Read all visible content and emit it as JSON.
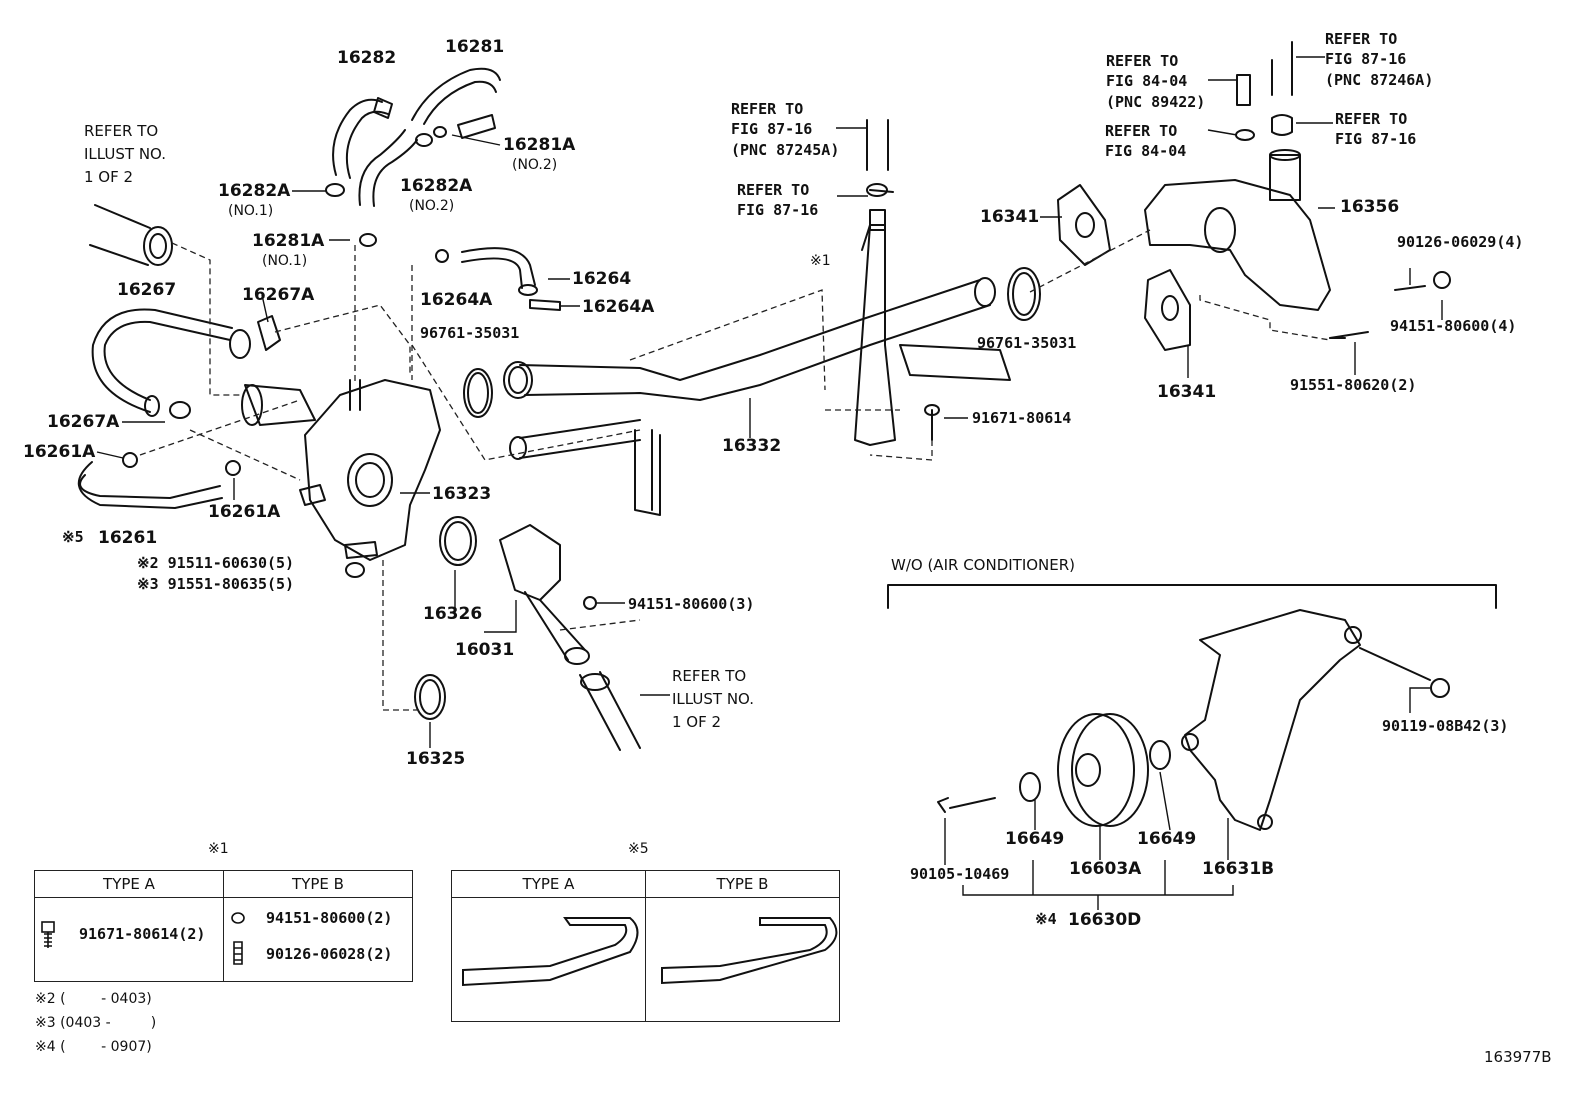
{
  "diagram_id": "163977B",
  "refs": {
    "refer_illust_top": "REFER TO\nILLUST NO.\n1 OF 2",
    "refer_illust_bottom": "REFER TO\nILLUST NO.\n1 OF 2",
    "refer_fig_87_16_a": "REFER TO\nFIG 87-16\n(PNC 87245A)",
    "refer_fig_87_16_b": "REFER TO\nFIG 87-16",
    "refer_fig_84_04_a": "REFER TO\nFIG 84-04\n(PNC 89422)",
    "refer_fig_84_04_b": "REFER TO\nFIG 84-04",
    "refer_fig_87_16_c": "REFER TO\nFIG 87-16\n(PNC 87246A)",
    "refer_fig_87_16_d": "REFER TO\nFIG 87-16"
  },
  "parts": {
    "p16282": "16282",
    "p16281": "16281",
    "p16281A_no2": "16281A",
    "p16281A_no2_sub": "(NO.2)",
    "p16282A_no1": "16282A",
    "p16282A_no1_sub": "(NO.1)",
    "p16282A_no2": "16282A",
    "p16282A_no2_sub": "(NO.2)",
    "p16281A_no1": "16281A",
    "p16281A_no1_sub": "(NO.1)",
    "p16267": "16267",
    "p16267A_top": "16267A",
    "p16264": "16264",
    "p16264A_left": "16264A",
    "p16264A_right": "16264A",
    "p96761_left": "96761-35031",
    "p96761_right": "96761-35031",
    "p16267A_left": "16267A",
    "p16261A_left": "16261A",
    "p16261A_right": "16261A",
    "p16261_mark": "※5",
    "p16261": "16261",
    "p16323": "16323",
    "p91511": "※2 91511-60630(5)",
    "p91551_80635": "※3 91551-80635(5)",
    "p16326": "16326",
    "p16031": "16031",
    "p94151_3": "94151-80600(3)",
    "p16325": "16325",
    "p16332": "16332",
    "p91671_main": "91671-80614",
    "mark1_main": "※1",
    "p16341_top": "16341",
    "p16341_bottom": "16341",
    "p16356": "16356",
    "p90126_4": "90126-06029(4)",
    "p94151_4": "94151-80600(4)",
    "p91551_2": "91551-80620(2)"
  },
  "woac": {
    "title": "W/O (AIR CONDITIONER)",
    "p90119": "90119-08B42(3)",
    "p90105": "90105-10469",
    "p16649_left": "16649",
    "p16649_right": "16649",
    "p16603A": "16603A",
    "p16631B": "16631B",
    "p16630D_mark": "※4",
    "p16630D": "16630D"
  },
  "table1": {
    "mark": "※1",
    "type_a": "TYPE A",
    "type_b": "TYPE B",
    "a_part": "91671-80614(2)",
    "b_part1": "94151-80600(2)",
    "b_part2": "90126-06028(2)"
  },
  "table5": {
    "mark": "※5",
    "type_a": "TYPE A",
    "type_b": "TYPE B"
  },
  "notes": [
    "※2 (        - 0403)",
    "※3 (0403 -         )",
    "※4 (        - 0907)"
  ]
}
